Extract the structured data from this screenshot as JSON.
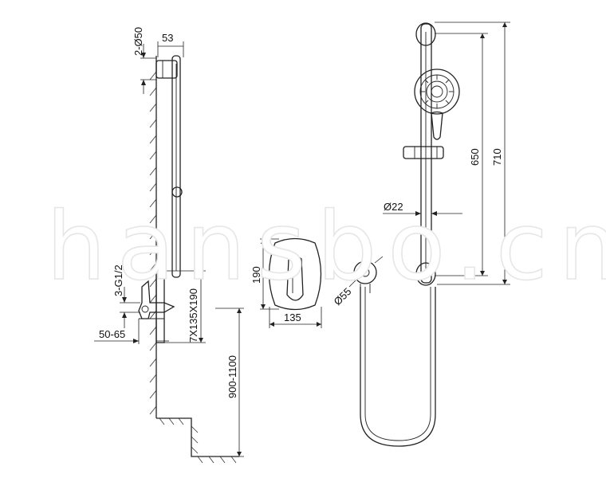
{
  "watermark": "hansbo.cn",
  "labels": {
    "d50": "2-Ø50",
    "d53": "53",
    "g12": "3-G1/2",
    "d5065": "50-65",
    "d7x135": "7X135X190",
    "d9001100": "900-1100",
    "d190": "190",
    "d135": "135",
    "d55": "Ø55",
    "d22": "Ø22",
    "d650": "650",
    "d710": "710"
  }
}
